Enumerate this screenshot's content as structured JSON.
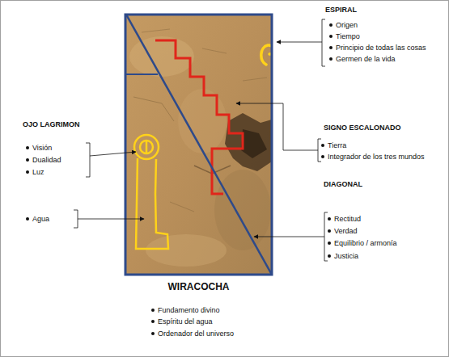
{
  "diagram": {
    "nodes": [
      {
        "text": [
          "WIRACOCHA"
        ]
      }
    ],
    "labels": [
      "ESPIRAL",
      "Origen",
      "Tiempo",
      "Principio de todas las cosas",
      "Germen de la vida",
      "SIGNO ESCALONADO",
      "Tierra",
      "Integrador de los tres mundos",
      "OJO LAGRIMON",
      "Visión",
      "Dualidad",
      "Luz",
      "Agua",
      "DIAGONAL",
      "Rectitud",
      "Verdad",
      "Equilibrio / armonía",
      "Justicia",
      "Fundamento divino",
      "Espíritu del agua",
      "Ordenador del universo"
    ]
  }
}
